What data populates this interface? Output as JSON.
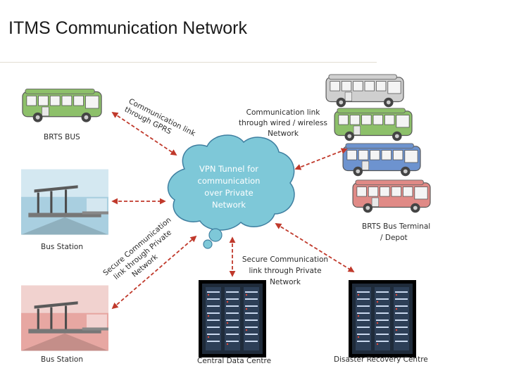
{
  "slide": {
    "title": "ITMS Communication Network"
  },
  "nodes": {
    "brts_bus": "BRTS BUS",
    "bus_station_top": "Bus Station",
    "bus_station_bottom": "Bus Station",
    "bus_terminal_line1": "BRTS Bus Terminal",
    "bus_terminal_line2": "/ Depot",
    "central_data_centre": "Central Data Centre",
    "disaster_recovery_centre": "Disaster Recovery Centre"
  },
  "cloud": {
    "lines": [
      "VPN Tunnel for",
      "communication",
      "over Private",
      "Network"
    ]
  },
  "links": {
    "gprs": [
      "Communication link",
      "through GPRS"
    ],
    "wired_wireless": [
      "Communication link",
      "through wired / wireless",
      "Network"
    ],
    "station_private": [
      "Secure Communication",
      "link through Private",
      "Network"
    ],
    "datacentre_private": [
      "Secure Communication",
      "link through Private",
      "Network"
    ]
  },
  "colors": {
    "cloud_fill": "#7ec8d8",
    "cloud_stroke": "#3f7fa0",
    "arrow": "#c0392b",
    "bus_green": "#8dc06a",
    "bus_blue": "#6d93cf",
    "bus_red": "#e08a86",
    "bus_gray": "#cfcfcf",
    "station_blue": "#a9cfe0",
    "station_red": "#e7a7a2"
  }
}
